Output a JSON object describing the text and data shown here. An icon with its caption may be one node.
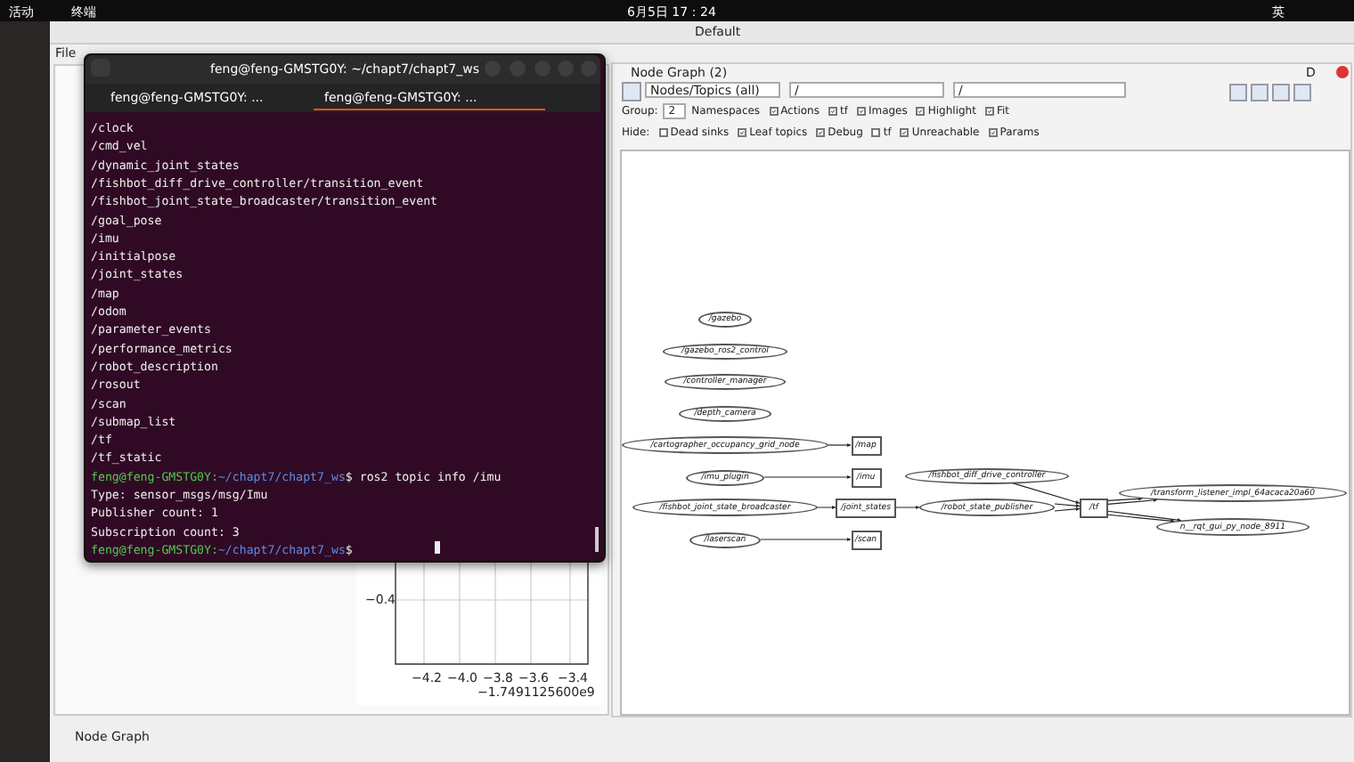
{
  "diagram": {
    "nodes": [
      {
        "text": [
          "/gazebo"
        ]
      },
      {
        "text": [
          "/gazebo_ros2_control"
        ]
      },
      {
        "text": [
          "/controller_manager"
        ]
      },
      {
        "text": [
          "/depth_camera"
        ]
      },
      {
        "text": [
          "/cartographer_occupancy_grid_node"
        ]
      },
      {
        "text": [
          "/map"
        ]
      },
      {
        "text": [
          "/imu_plugin"
        ]
      },
      {
        "text": [
          "/imu"
        ]
      },
      {
        "text": [
          "/fishbot_diff_drive_controller"
        ]
      },
      {
        "text": [
          "/fishbot_joint_state_broadcaster"
        ]
      },
      {
        "text": [
          "/joint_states"
        ]
      },
      {
        "text": [
          "/robot_state_publisher"
        ]
      },
      {
        "text": [
          "/tf"
        ]
      },
      {
        "text": [
          "/transform_listener_impl_64acaca20a60"
        ]
      },
      {
        "text": [
          "n__rqt_gui_py_node_8911"
        ]
      },
      {
        "text": [
          "/laserscan"
        ]
      },
      {
        "text": [
          "/scan"
        ]
      }
    ],
    "edges": [
      {
        "from": 4,
        "to": 5,
        "arrow": "to"
      },
      {
        "from": 6,
        "to": 7,
        "arrow": "to"
      },
      {
        "from": 9,
        "to": 10,
        "arrow": "to"
      },
      {
        "from": 10,
        "to": 11,
        "arrow": "to"
      },
      {
        "from": 8,
        "to": 12,
        "arrow": "to"
      },
      {
        "from": 11,
        "to": 12,
        "arrow": "to"
      },
      {
        "from": 11,
        "to": 12,
        "arrow": "to"
      },
      {
        "from": 12,
        "to": 13,
        "arrow": "to"
      },
      {
        "from": 12,
        "to": 13,
        "arrow": "to"
      },
      {
        "from": 12,
        "to": 14,
        "arrow": "to"
      },
      {
        "from": 12,
        "to": 14,
        "arrow": "to"
      },
      {
        "from": 15,
        "to": 16,
        "arrow": "to"
      }
    ],
    "labels": [
      "活动",
      "终端",
      "6月5日 17：24",
      "英",
      "Default",
      "File",
      "Node Graph (2)",
      "Nodes/Topics (all)",
      "/",
      "/",
      "Group:",
      "2",
      "Namespaces",
      "Actions",
      "tf",
      "Images",
      "Highlight",
      "Fit",
      "Hide:",
      "Dead sinks",
      "Leaf topics",
      "Debug",
      "tf",
      "Unreachable",
      "Params",
      "feng@feng-GMSTG0Y: ~/chapt7/chapt7_ws",
      "feng@feng-GMSTG0Y: ...",
      "feng@feng-GMSTG0Y: ...",
      "/clock",
      "/cmd_vel",
      "/dynamic_joint_states",
      "/fishbot_diff_drive_controller/transition_event",
      "/fishbot_joint_state_broadcaster/transition_event",
      "/goal_pose",
      "/imu",
      "/initialpose",
      "/joint_states",
      "/map",
      "/odom",
      "/parameter_events",
      "/performance_metrics",
      "/robot_description",
      "/rosout",
      "/scan",
      "/submap_list",
      "/tf",
      "/tf_static",
      "feng@feng-GMSTG0Y:",
      "~/chapt7/chapt7_ws",
      "$ ros2 topic info /imu",
      "Type: sensor_msgs/msg/Imu",
      "Publisher count: 1",
      "Subscription count: 3",
      "feng@feng-GMSTG0Y:",
      "~/chapt7/chapt7_ws",
      "$",
      "−0.4",
      "−4.2",
      "−4.0",
      "−3.8",
      "−3.6",
      "−3.4",
      "−1.7491125600e9",
      "Node Graph",
      "D"
    ]
  }
}
